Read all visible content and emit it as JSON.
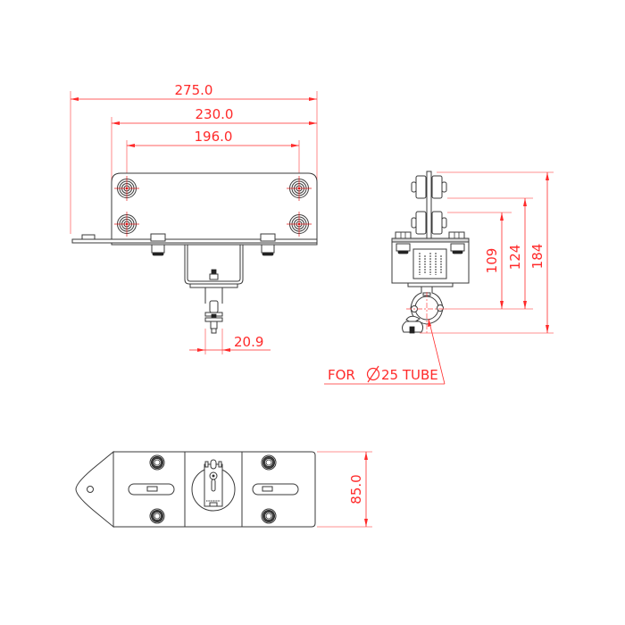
{
  "drawing": {
    "title": "Trolley hanger technical drawing",
    "views": [
      "front-view",
      "side-view",
      "bottom-view"
    ],
    "units": "mm",
    "line_colors": {
      "part": "#3a3a3a",
      "dimension": "#ff2a2a"
    }
  },
  "front_view": {
    "dimensions": {
      "overall_length": "275.0",
      "plate_length": "230.0",
      "wheel_spacing": "196.0",
      "clamp_width": "20.9"
    }
  },
  "side_view": {
    "dimensions": {
      "height_to_lower_wheels": "109",
      "height_to_upper_wheels": "124",
      "overall_height": "184"
    },
    "callout": {
      "prefix": "FOR",
      "diameter_symbol": "∅",
      "text": "25 TUBE"
    }
  },
  "bottom_view": {
    "dimensions": {
      "plate_width": "85.0"
    }
  }
}
